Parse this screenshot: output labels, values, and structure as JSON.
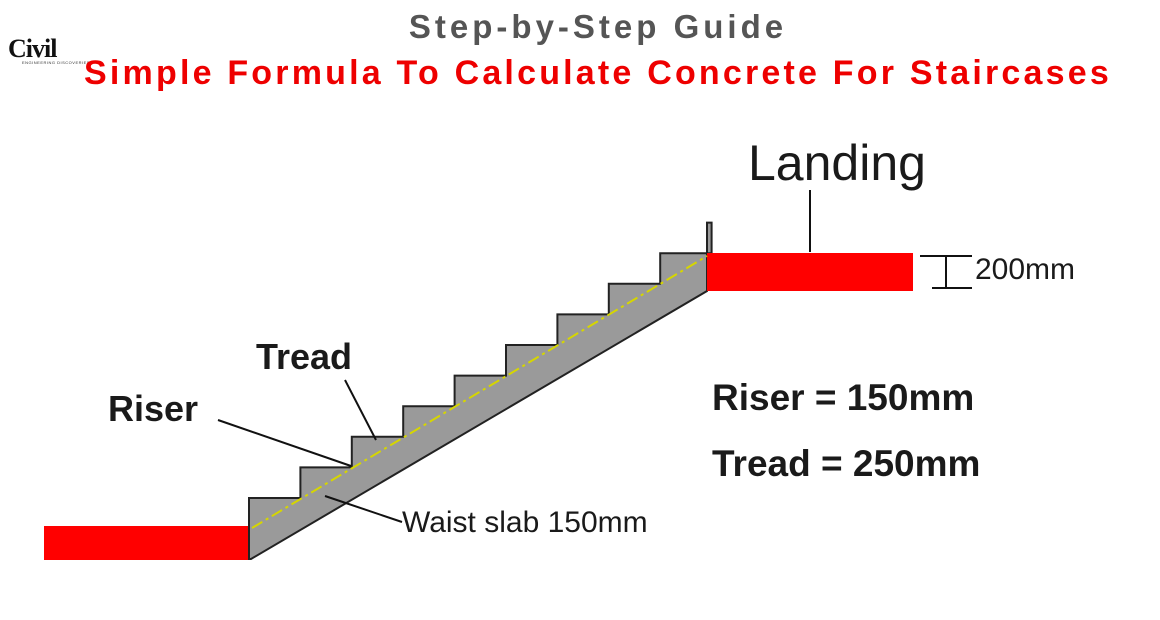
{
  "header": {
    "subtitle": "Step-by-Step Guide",
    "title": "Simple Formula To Calculate Concrete For Staircases"
  },
  "logo": {
    "text": "Civil",
    "tagline": "ENGINEERING DISCOVERIES"
  },
  "diagram": {
    "landing_label": "Landing",
    "thickness_label": "200mm",
    "tread_label": "Tread",
    "riser_label": "Riser",
    "waist_label": "Waist slab 150mm",
    "steps": 9,
    "colors": {
      "slab": "#ff0000",
      "stair": "#9a9a9a",
      "centerline": "#d6d600"
    }
  },
  "formulas": {
    "riser": "Riser = 150mm",
    "tread": "Tread = 250mm"
  }
}
